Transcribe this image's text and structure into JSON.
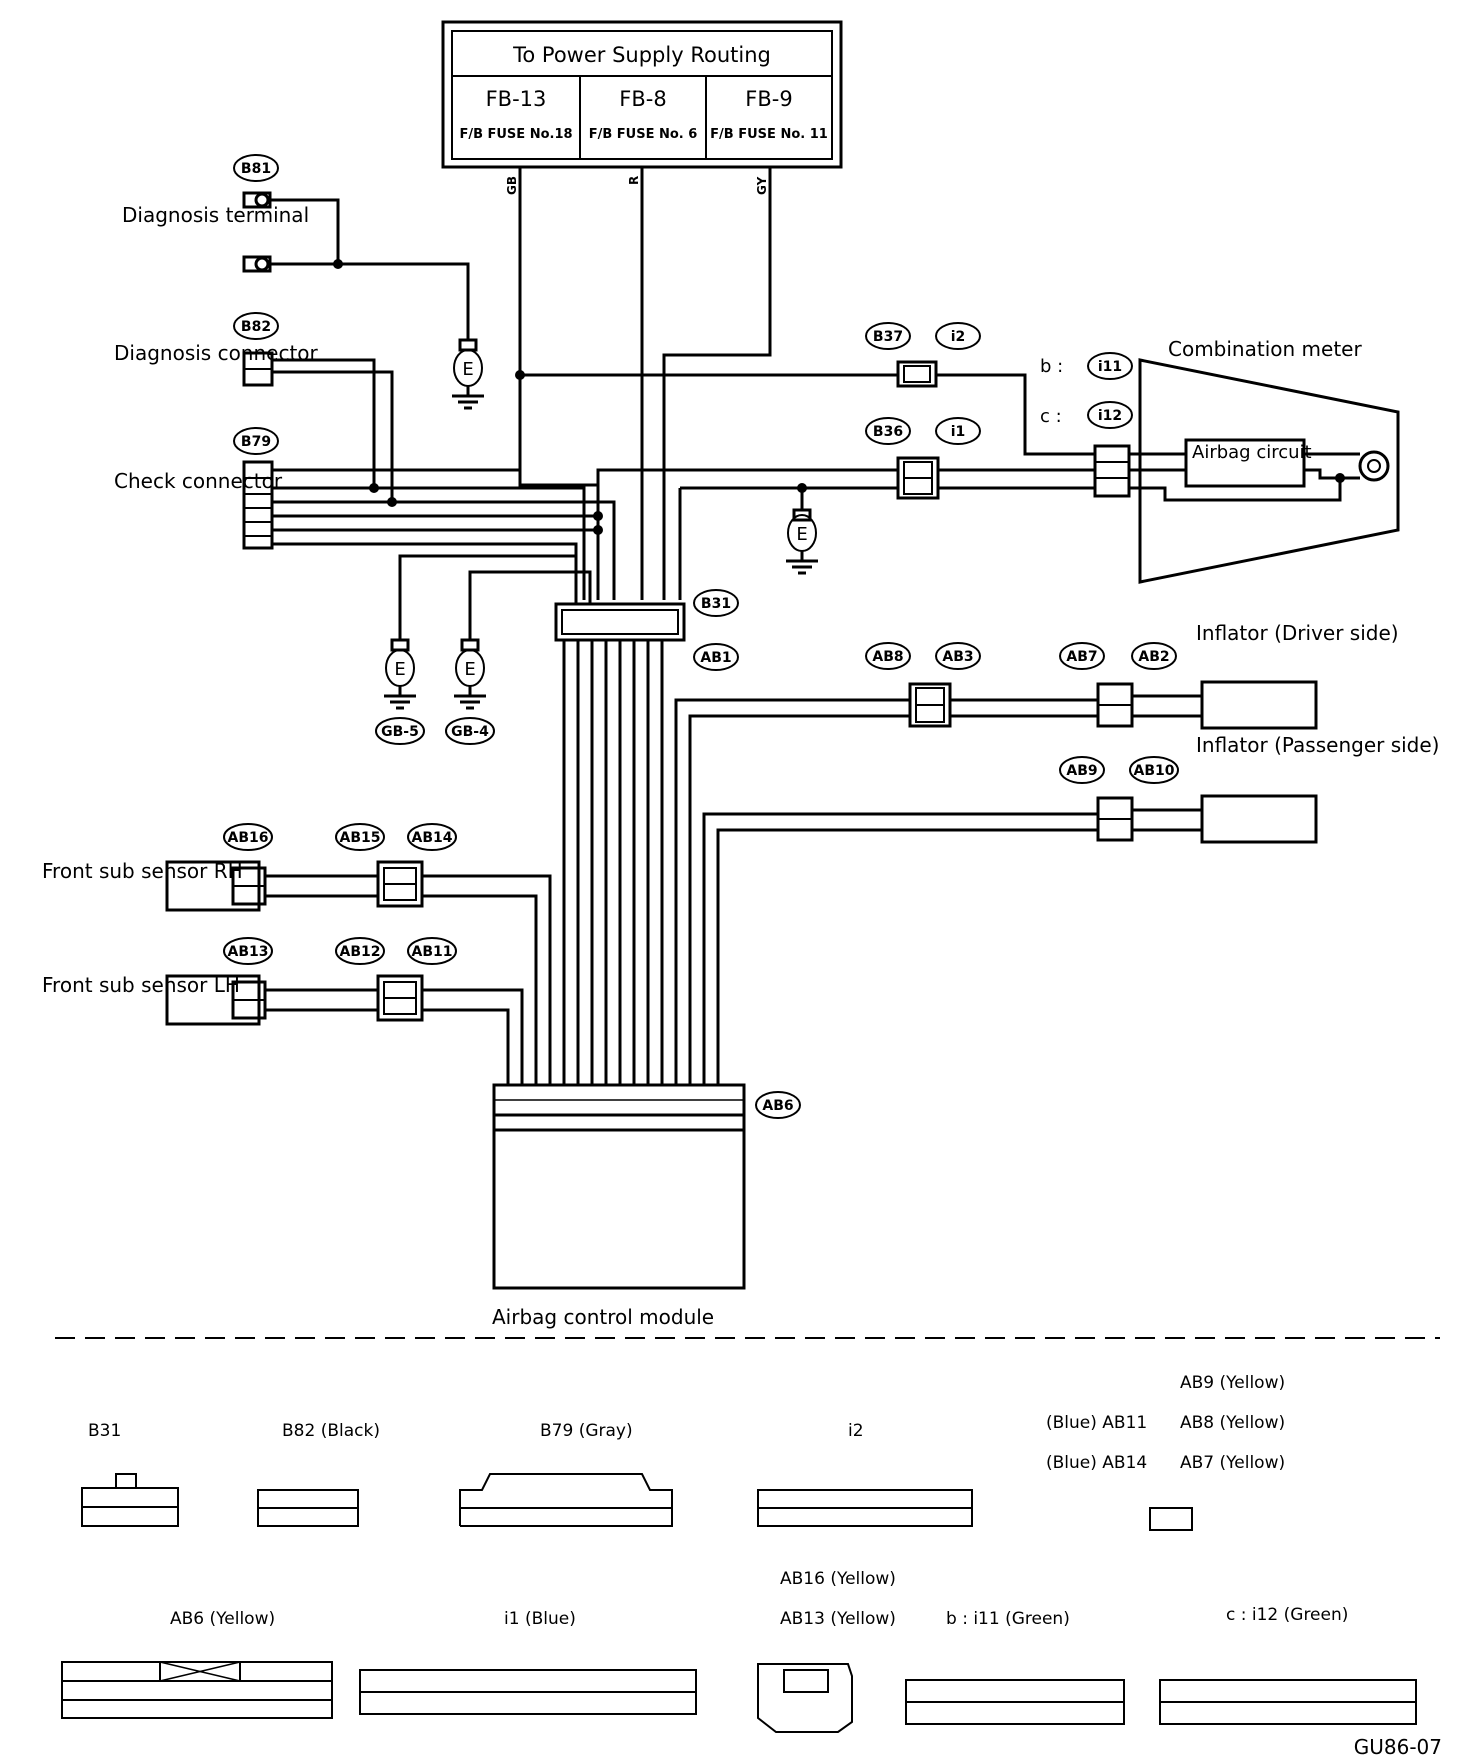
{
  "power": {
    "title": "To Power Supply Routing",
    "fuses": [
      {
        "code": "FB-13",
        "label": "F/B FUSE No.18"
      },
      {
        "code": "FB-8",
        "label": "F/B FUSE No. 6"
      },
      {
        "code": "FB-9",
        "label": "F/B FUSE No. 11"
      }
    ],
    "wires": [
      "GB",
      "R",
      "GY"
    ]
  },
  "components": {
    "diag_terminal": "Diagnosis terminal",
    "diag_connector": "Diagnosis connector",
    "check_connector": "Check connector",
    "combination_meter": "Combination meter",
    "airbag_circuit": "Airbag circuit",
    "inflator_driver": "Inflator (Driver side)",
    "inflator_pass": "Inflator (Passenger side)",
    "front_sub_rh": "Front sub sensor RH",
    "front_sub_lh": "Front sub sensor LH",
    "acm": "Airbag control module"
  },
  "connectors": {
    "B81": "B81",
    "B82": "B82",
    "B79": "B79",
    "B37": "B37",
    "i2": "i2",
    "B36": "B36",
    "i1": "i1",
    "i11": "i11",
    "i12": "i12",
    "B31": "B31",
    "AB1": "AB1",
    "AB8": "AB8",
    "AB3": "AB3",
    "AB7": "AB7",
    "AB2": "AB2",
    "AB9": "AB9",
    "AB10": "AB10",
    "AB16": "AB16",
    "AB15": "AB15",
    "AB14": "AB14",
    "AB13": "AB13",
    "AB12": "AB12",
    "AB11": "AB11",
    "AB6": "AB6",
    "GB5": "GB-5",
    "GB4": "GB-4"
  },
  "prefix": {
    "b": "b :",
    "c": "c :"
  },
  "ground": "E",
  "legend": {
    "B31": "B31",
    "B82": "B82 (Black)",
    "B79": "B79 (Gray)",
    "i2": "i2",
    "AB9": "AB9 (Yellow)",
    "AB11": "(Blue) AB11",
    "AB8": "AB8 (Yellow)",
    "AB14": "(Blue) AB14",
    "AB7": "AB7 (Yellow)",
    "AB6": "AB6 (Yellow)",
    "i1": "i1 (Blue)",
    "AB16": "AB16 (Yellow)",
    "AB13": "AB13 (Yellow)",
    "i11": "b : i11 (Green)",
    "i12": "c : i12 (Green)"
  },
  "figure_code": "GU86-07"
}
